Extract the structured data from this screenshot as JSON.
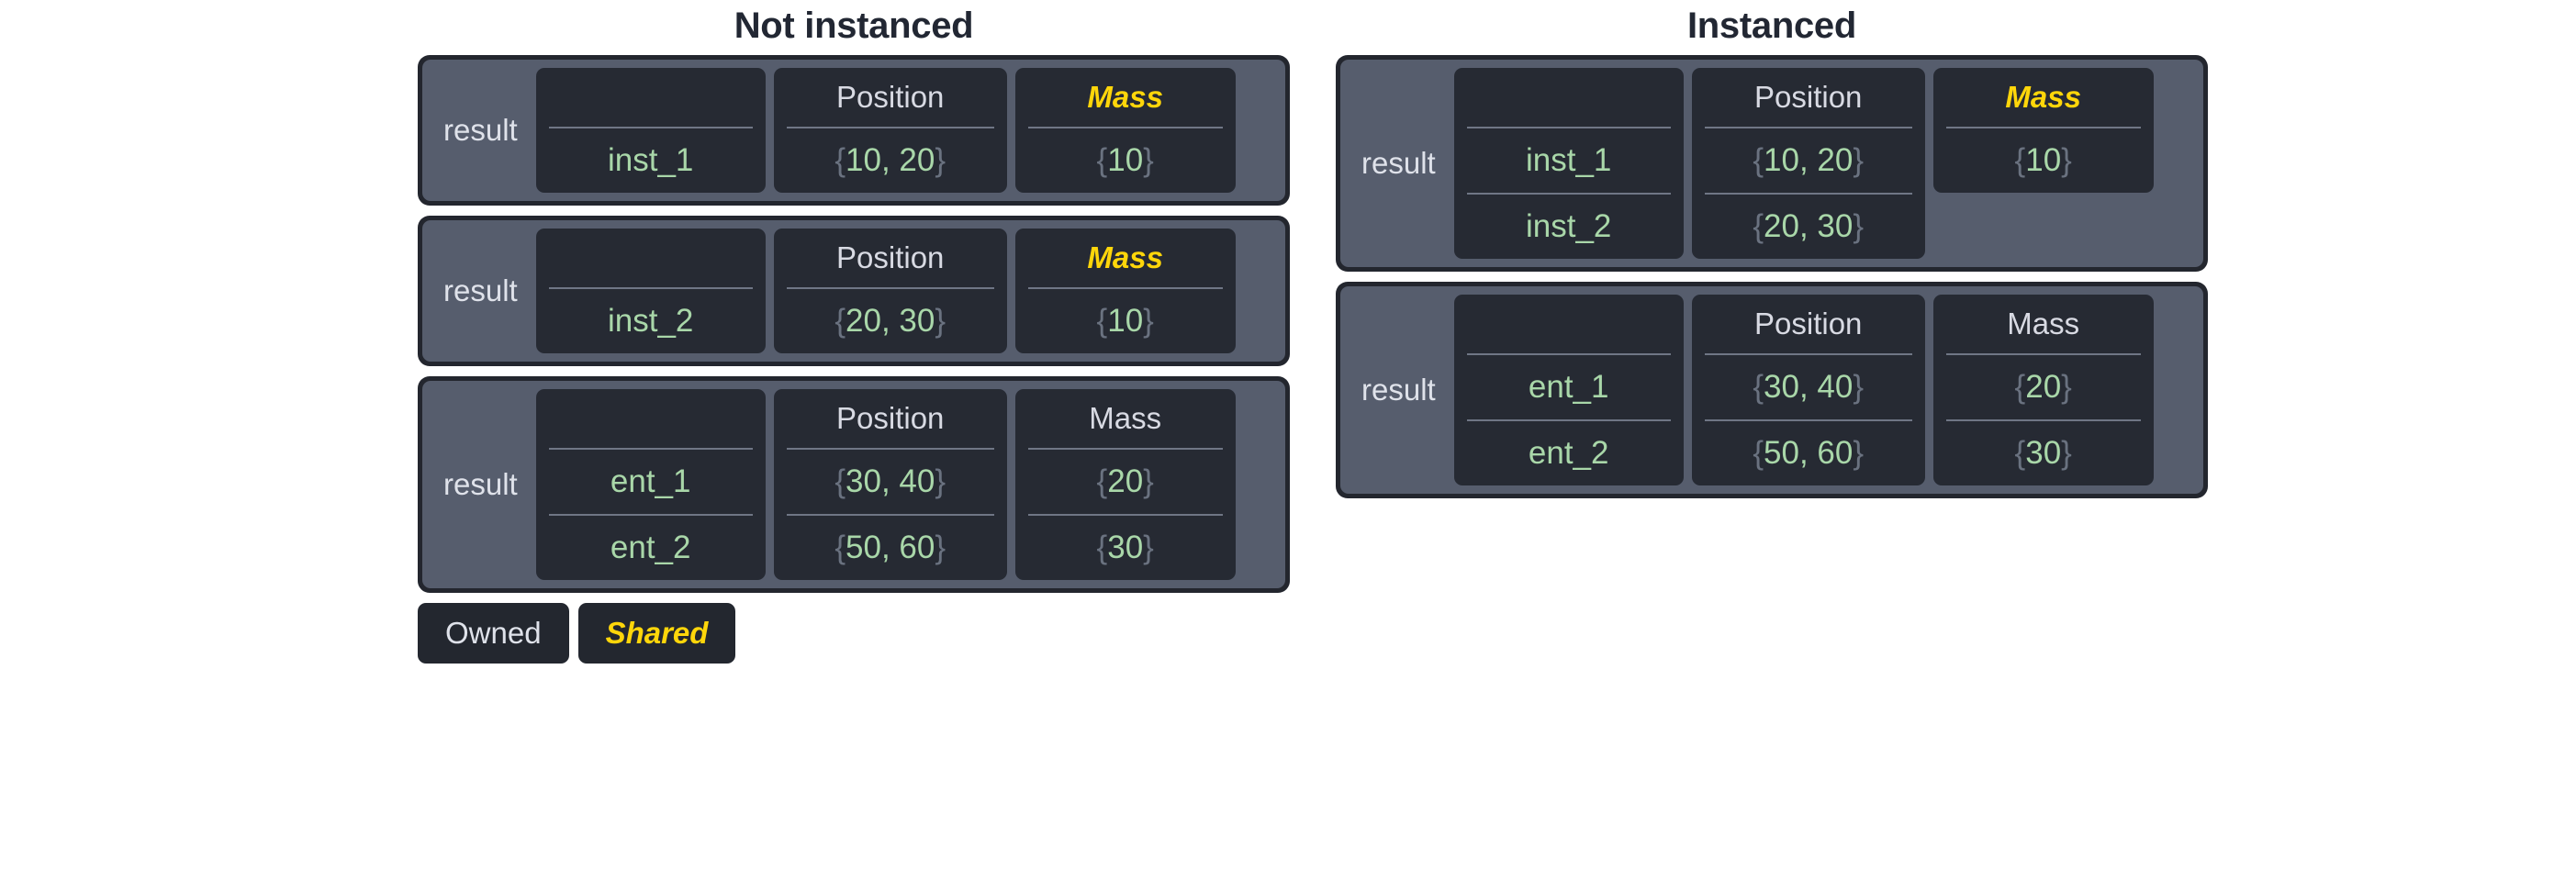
{
  "colors": {
    "page_bg": "#ffffff",
    "card_border": "#23262e",
    "card_inner": "#565d6d",
    "column_panel": "#262a33",
    "header_text": "#d8dae3",
    "value_green": "#a9d7a9",
    "brace_gray": "#6a7280",
    "shared_yellow": "#ffd60a",
    "title_text": "#222733",
    "divider": "#6f7685"
  },
  "columns": [
    {
      "title": "Not instanced",
      "tables": [
        {
          "result_label": "result",
          "headers": [
            {
              "text": "",
              "shared": false
            },
            {
              "text": "Position",
              "shared": false
            },
            {
              "text": "Mass",
              "shared": true
            }
          ],
          "rows": [
            {
              "name": "inst_1",
              "position": "{10, 20}",
              "mass": "{10}"
            }
          ]
        },
        {
          "result_label": "result",
          "headers": [
            {
              "text": "",
              "shared": false
            },
            {
              "text": "Position",
              "shared": false
            },
            {
              "text": "Mass",
              "shared": true
            }
          ],
          "rows": [
            {
              "name": "inst_2",
              "position": "{20, 30}",
              "mass": "{10}"
            }
          ]
        },
        {
          "result_label": "result",
          "headers": [
            {
              "text": "",
              "shared": false
            },
            {
              "text": "Position",
              "shared": false
            },
            {
              "text": "Mass",
              "shared": false
            }
          ],
          "rows": [
            {
              "name": "ent_1",
              "position": "{30, 40}",
              "mass": "{20}"
            },
            {
              "name": "ent_2",
              "position": "{50, 60}",
              "mass": "{30}"
            }
          ]
        }
      ],
      "legend": [
        {
          "label": "Owned",
          "shared": false
        },
        {
          "label": "Shared",
          "shared": true
        }
      ]
    },
    {
      "title": "Instanced",
      "tables": [
        {
          "result_label": "result",
          "headers": [
            {
              "text": "",
              "shared": false
            },
            {
              "text": "Position",
              "shared": false
            },
            {
              "text": "Mass",
              "shared": true
            }
          ],
          "rows": [
            {
              "name": "inst_1",
              "position": "{10, 20}",
              "mass": "{10}"
            },
            {
              "name": "inst_2",
              "position": "{20, 30}",
              "mass": null
            }
          ]
        },
        {
          "result_label": "result",
          "headers": [
            {
              "text": "",
              "shared": false
            },
            {
              "text": "Position",
              "shared": false
            },
            {
              "text": "Mass",
              "shared": false
            }
          ],
          "rows": [
            {
              "name": "ent_1",
              "position": "{30, 40}",
              "mass": "{20}"
            },
            {
              "name": "ent_2",
              "position": "{50, 60}",
              "mass": "{30}"
            }
          ]
        }
      ],
      "legend": []
    }
  ]
}
